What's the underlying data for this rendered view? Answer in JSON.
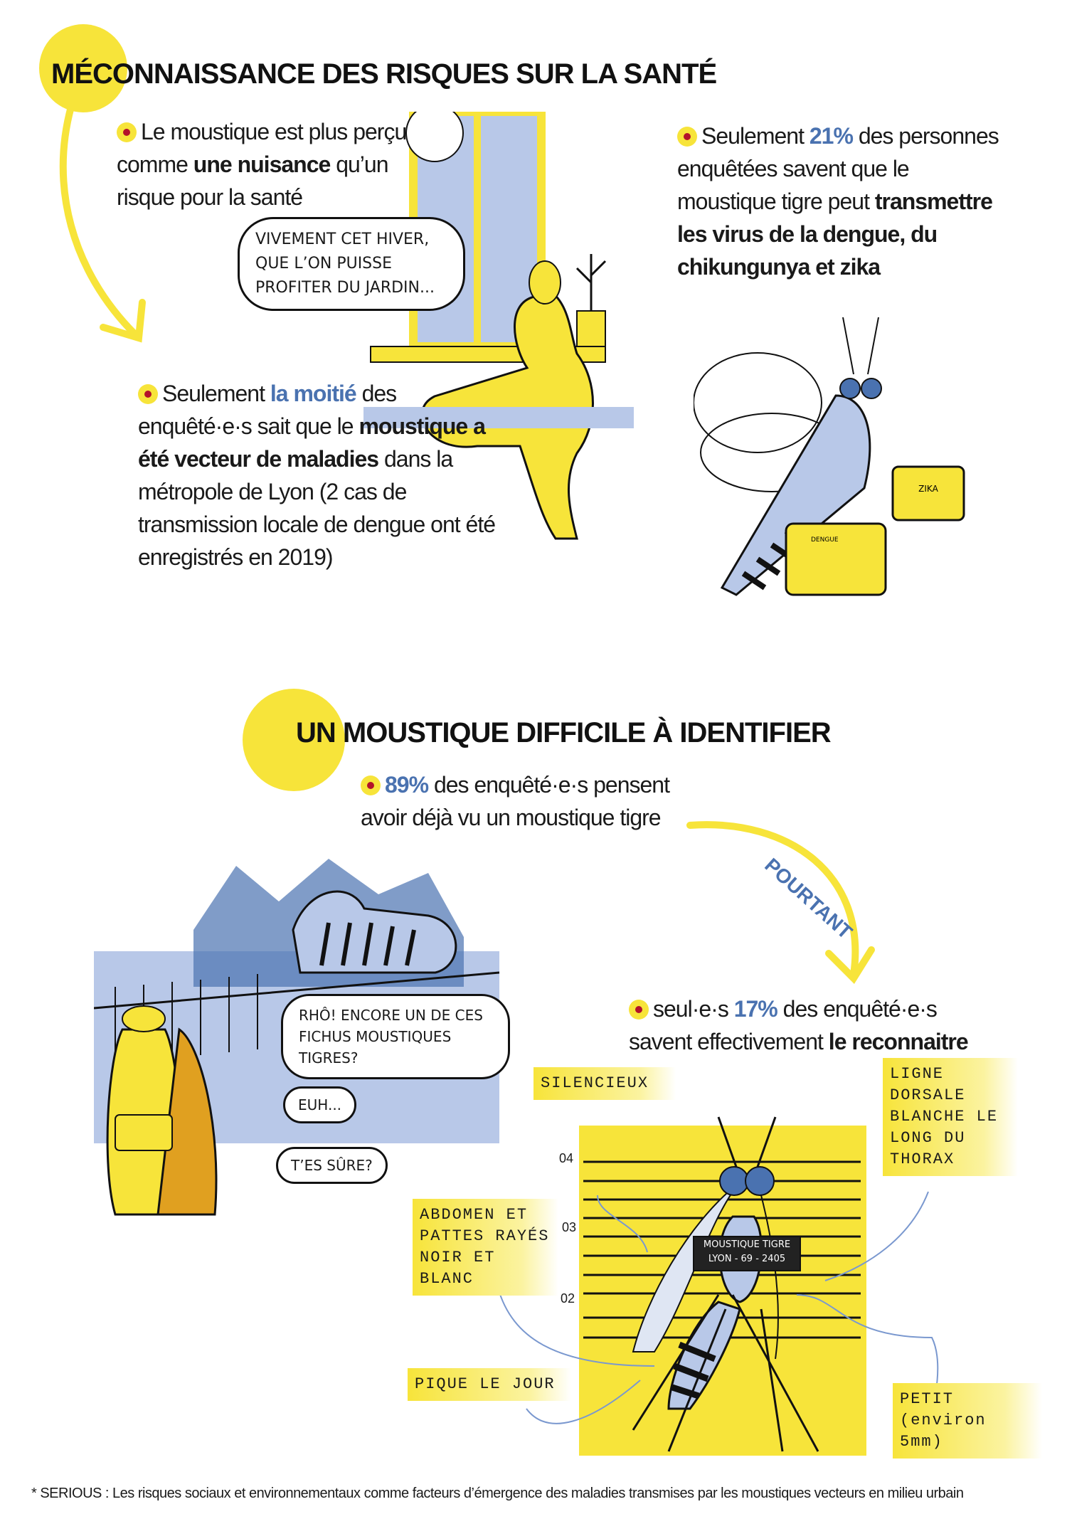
{
  "section1": {
    "title": "MÉCONNAISSANCE DES RISQUES SUR LA SANTÉ",
    "stat1": {
      "a": "Le moustique est plus perçu comme ",
      "b": "une nuisance",
      "c": " qu’un risque pour la santé"
    },
    "stat2": {
      "a": "Seulement ",
      "highlight": "21%",
      "b": " des personnes enquêtées savent que le moustique tigre peut ",
      "c": "transmettre les virus de la dengue, du chikungunya et zika"
    },
    "stat3": {
      "a": "Seulement ",
      "highlight": "la moitié",
      "b": " des enquêté·e·s sait que le ",
      "c": "moustique a été vecteur de maladies",
      "d": " dans la métropole de Lyon (2 cas de transmission locale de dengue ont été enregistrés en 2019)"
    },
    "speech": "VIVEMENT CET HIVER, QUE L’ON PUISSE PROFITER DU JARDIN...",
    "suitcase_label": "ZIKA",
    "suitcase_label2": "DENGUE"
  },
  "section2": {
    "title": "UN MOUSTIQUE DIFFICILE À IDENTIFIER",
    "stat1": {
      "highlight": "89%",
      "a": " des enquêté·e·s pensent avoir déjà vu un moustique tigre"
    },
    "connector": "POURTANT",
    "stat2": {
      "a": "seul·e·s ",
      "highlight": "17%",
      "b": " des enquêté·e·s savent effectivement ",
      "c": "le reconnaitre"
    },
    "speech1": "RHÔ! ENCORE UN DE CES FICHUS MOUSTIQUES TIGRES?",
    "speech2": "EUH...",
    "speech3": "T’ES SÛRE?",
    "sign": "MOUSTIQUE TIGRE LYON - 69 - 2405",
    "heights": [
      "04",
      "03",
      "02"
    ],
    "labels": {
      "silent": "SILENCIEUX",
      "dorsal": "LIGNE DORSALE BLANCHE LE LONG DU THORAX",
      "abdomen": "ABDOMEN ET PATTES RAYÉS NOIR ET BLANC",
      "day": "PIQUE LE JOUR",
      "small": "PETIT (environ 5mm)"
    }
  },
  "footnote": "* SERIOUS : Les risques sociaux et environnementaux comme facteurs d’émergence des maladies transmises par les moustiques vecteurs en milieu urbain",
  "colors": {
    "yellow": "#f7e43a",
    "blue": "#4a72b0",
    "lightblue": "#b8c8e8",
    "red": "#b3122a"
  }
}
